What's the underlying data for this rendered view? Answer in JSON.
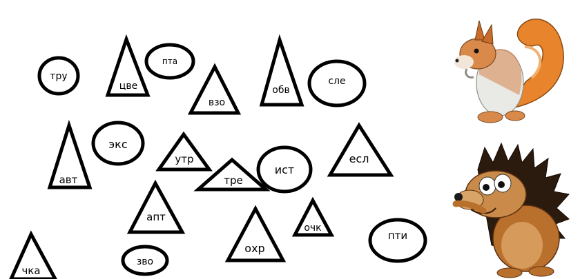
{
  "circles": [
    {
      "label": "тру"
    },
    {
      "label": "пта"
    },
    {
      "label": "сле"
    },
    {
      "label": "экс"
    },
    {
      "label": "ист"
    },
    {
      "label": "зво"
    },
    {
      "label": "пти"
    }
  ],
  "triangles": [
    {
      "label": "цве"
    },
    {
      "label": "взо"
    },
    {
      "label": "обв"
    },
    {
      "label": "авт"
    },
    {
      "label": "утр"
    },
    {
      "label": "тре"
    },
    {
      "label": "есл"
    },
    {
      "label": "апт"
    },
    {
      "label": "охр"
    },
    {
      "label": "очк"
    },
    {
      "label": "чка"
    }
  ],
  "images": [
    {
      "icon": "squirrel-icon"
    },
    {
      "icon": "hedgehog-icon"
    }
  ]
}
